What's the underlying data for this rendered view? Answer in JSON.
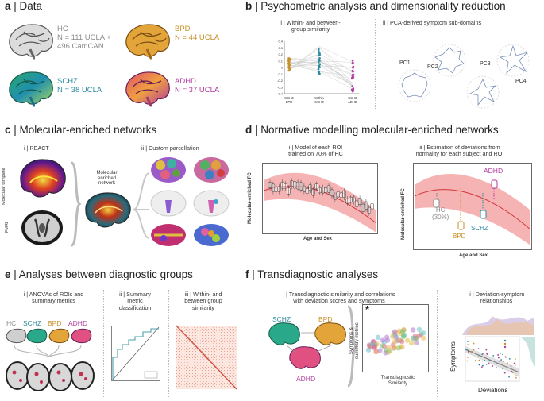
{
  "panel_a": {
    "letter": "a",
    "title": "Data",
    "groups": {
      "hc": {
        "name": "HC",
        "line1": "N = 111 UCLA +",
        "line2": "496 CamCAN",
        "color": "#8c8c8c"
      },
      "bpd": {
        "name": "BPD",
        "line1": "N = 44 UCLA",
        "color": "#c8902a"
      },
      "schz": {
        "name": "SCHZ",
        "line1": "N = 38 UCLA",
        "color": "#2c8aa0"
      },
      "adhd": {
        "name": "ADHD",
        "line1": "N = 37 UCLA",
        "color": "#b03a9e"
      }
    }
  },
  "panel_b": {
    "letter": "b",
    "title": "Psychometric analysis and dimensionality reduction",
    "sub_i": {
      "line1": "i | Within- and between-",
      "line2": "group similarity"
    },
    "sub_ii": "ii | PCA-derived symptom sub-domains",
    "pcs": [
      "PC1",
      "PC2",
      "PC3",
      "PC4"
    ],
    "chart_data": {
      "type": "scatter",
      "categories": [
        "SCHZ BPD",
        "Within SCHZ",
        "SCHZ ADHD"
      ],
      "ylim": [
        -0.4,
        0.4
      ],
      "yticks": [
        "0.4",
        "0.3",
        "0.2",
        "0.1",
        "0",
        "-0.1",
        "-0.2",
        "-0.3",
        "-0.4"
      ],
      "xlabels": [
        [
          "SCHZ",
          "BPD"
        ],
        [
          "Within",
          "SCHZ"
        ],
        [
          "SCHZ",
          "ADHD"
        ]
      ]
    }
  },
  "panel_c": {
    "letter": "c",
    "title": "Molecular-enriched networks",
    "sub_i": "i | REACT",
    "sub_ii": "ii | Custom parcellation",
    "label_molecular_template": "Molecular template",
    "label_fmri": "FMRI",
    "label_network": {
      "line1": "Molecular",
      "line2": "enriched",
      "line3": "network"
    }
  },
  "panel_d": {
    "letter": "d",
    "title": "Normative modelling molecular-enriched networks",
    "sub_i": {
      "line1": "i | Model of each ROI",
      "line2": "trained on 70% of HC"
    },
    "sub_ii": {
      "line1": "ii | Estimation of deviations from",
      "line2": "normality for each subject and ROI"
    },
    "ylabel": "Molecular-enriched FC",
    "xlabel": "Age and Sex",
    "labels": {
      "hc": "HC",
      "hc_pct": "(30%)",
      "bpd": "BPD",
      "schz": "SCHZ",
      "adhd": "ADHD"
    }
  },
  "panel_e": {
    "letter": "e",
    "title": "Analyses between diagnostic groups",
    "sub_i": {
      "line1": "i | ANOVAs of ROIs and",
      "line2": "summary metrics"
    },
    "sub_ii": {
      "line1": "ii | Summary",
      "line2": "metric",
      "line3": "classification"
    },
    "sub_iii": {
      "line1": "iii | Within- and",
      "line2": "between group",
      "line3": "similarity"
    },
    "groups": [
      "HC",
      "SCHZ",
      "BPD",
      "ADHD"
    ]
  },
  "panel_f": {
    "letter": "f",
    "title": "Transdiagnostic analyses",
    "sub_i": {
      "line1": "i | Transdiagnostic similarity and correlations",
      "line2": "with deviation scores and symptoms"
    },
    "sub_ii": {
      "line1": "ii | Deviation-symptom",
      "line2": "relationships"
    },
    "groups": [
      "SCHZ",
      "BPD",
      "ADHD"
    ],
    "asterisk": "*",
    "ylabel_line1": "Symptoms &",
    "ylabel_line2": "summary metrics",
    "xlabel_line1": "Transdiagnostic",
    "xlabel_line2": "Similarity",
    "ylabel_ii": "Symptoms",
    "xlabel_ii": "Deviations"
  },
  "colors": {
    "hc": "#8c8c8c",
    "bpd": "#c8902a",
    "schz": "#2c8aa0",
    "adhd": "#b03a9e",
    "band": "#f4a6a6",
    "curve": "#d2363a"
  }
}
